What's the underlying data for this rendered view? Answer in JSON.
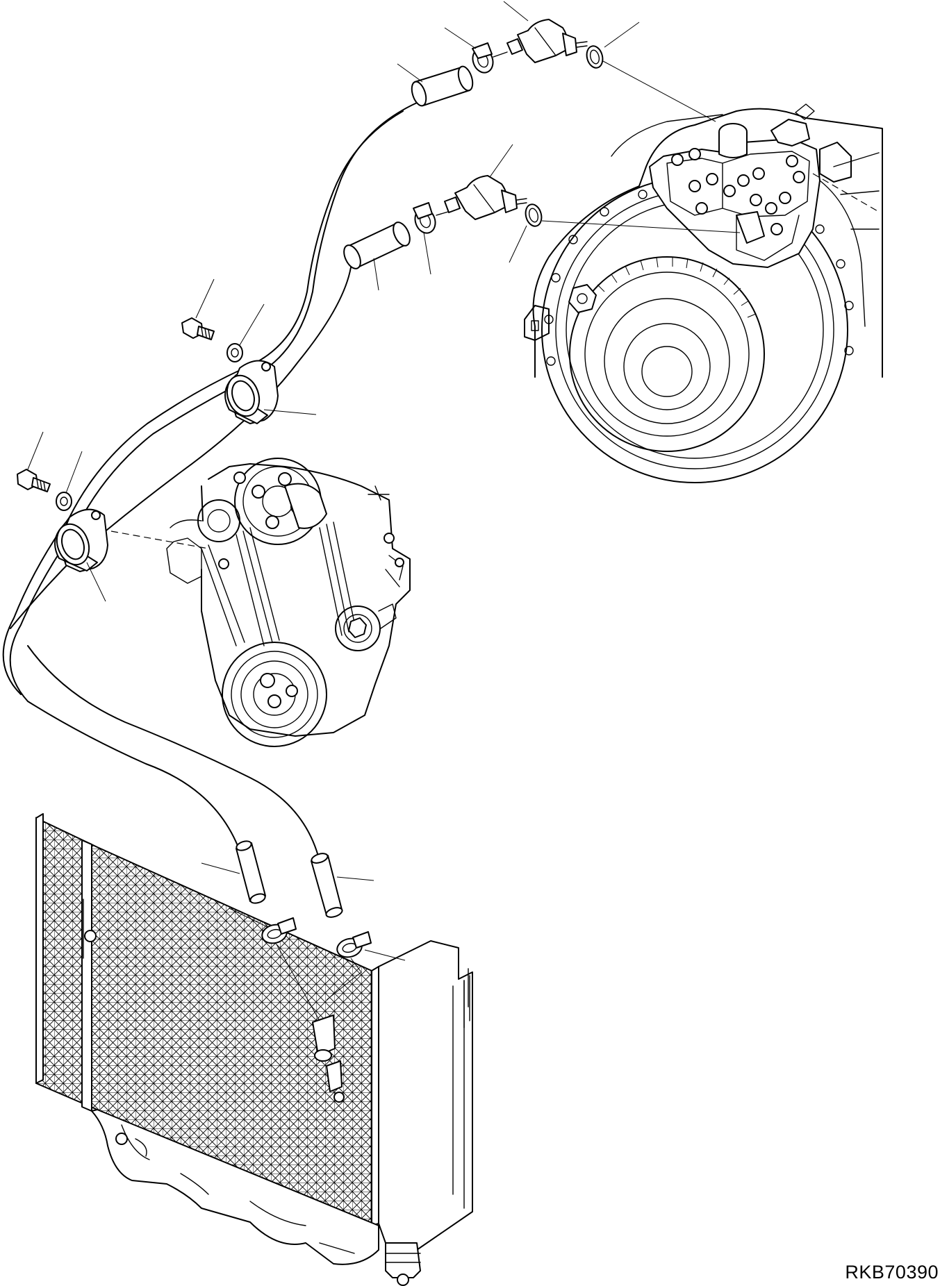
{
  "drawing": {
    "drawing_number": "RKB70390",
    "components": [
      "transmission-assembly",
      "engine-front-pulley-assembly",
      "radiator-oil-cooler",
      "upper-hose",
      "lower-hose",
      "elbow-fitting-upper",
      "elbow-fitting-lower",
      "hose-clamp",
      "o-ring",
      "hose-clip",
      "bolt",
      "washer"
    ]
  }
}
